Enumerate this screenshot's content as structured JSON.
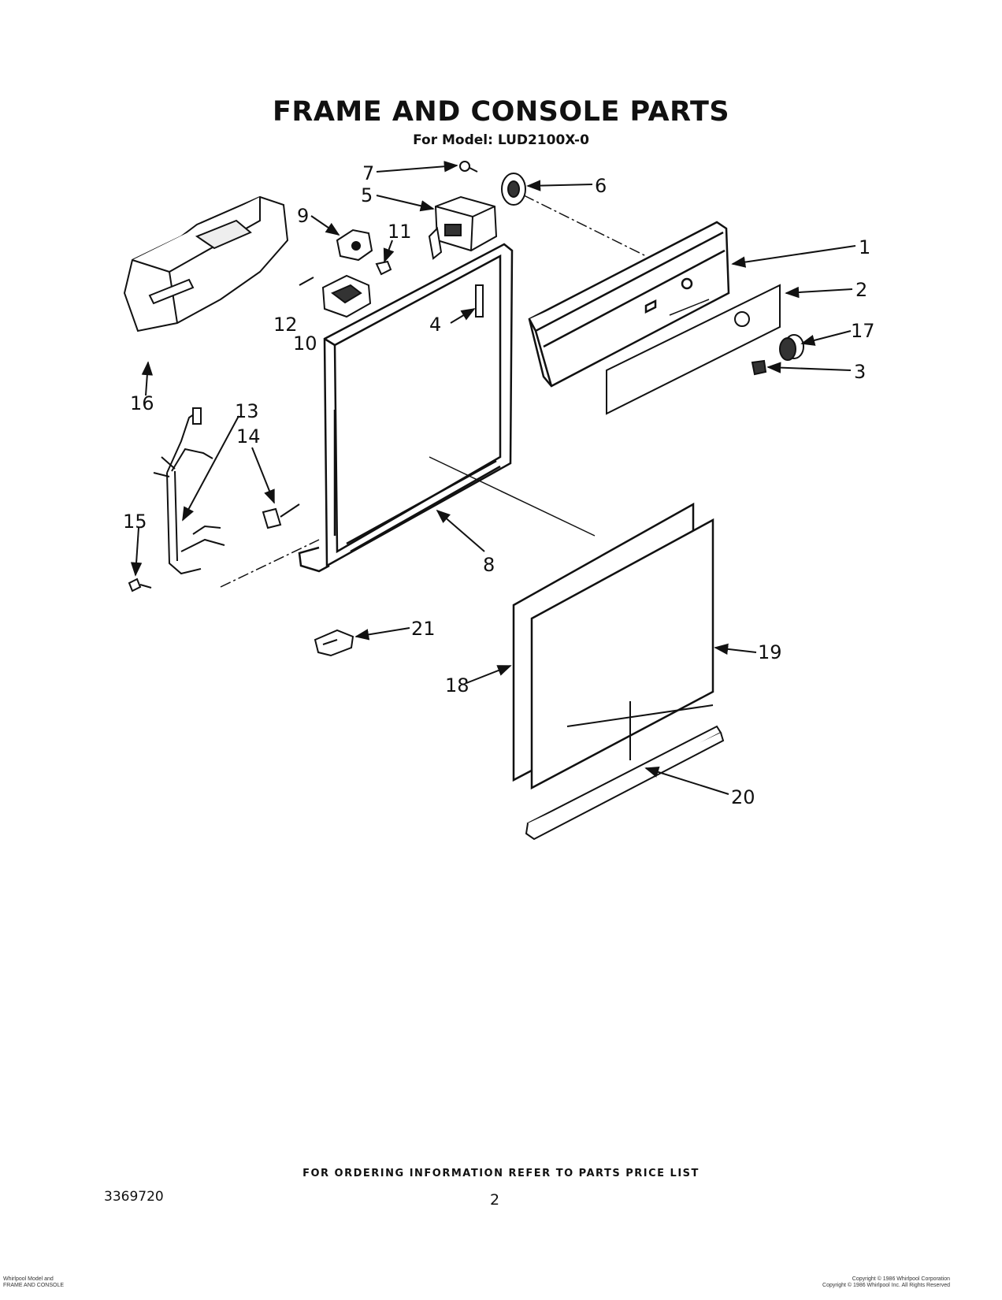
{
  "header": {
    "title": "FRAME AND CONSOLE PARTS",
    "subtitle": "For Model: LUD2100X-0"
  },
  "labels": [
    "1",
    "2",
    "3",
    "4",
    "5",
    "6",
    "7",
    "8",
    "9",
    "10",
    "11",
    "12",
    "13",
    "14",
    "15",
    "16",
    "17",
    "18",
    "19",
    "20",
    "21"
  ],
  "footer": {
    "ordering_note": "FOR ORDERING INFORMATION REFER TO PARTS PRICE LIST",
    "doc_number": "3369720",
    "page_number": "2",
    "left_line1": "Whirlpool Model and",
    "left_line2": "FRAME AND CONSOLE",
    "right_line1": "Copyright © 1986 Whirlpool Corporation",
    "right_line2": "Copyright © 1986 Whirlpool Inc. All Rights Reserved"
  }
}
